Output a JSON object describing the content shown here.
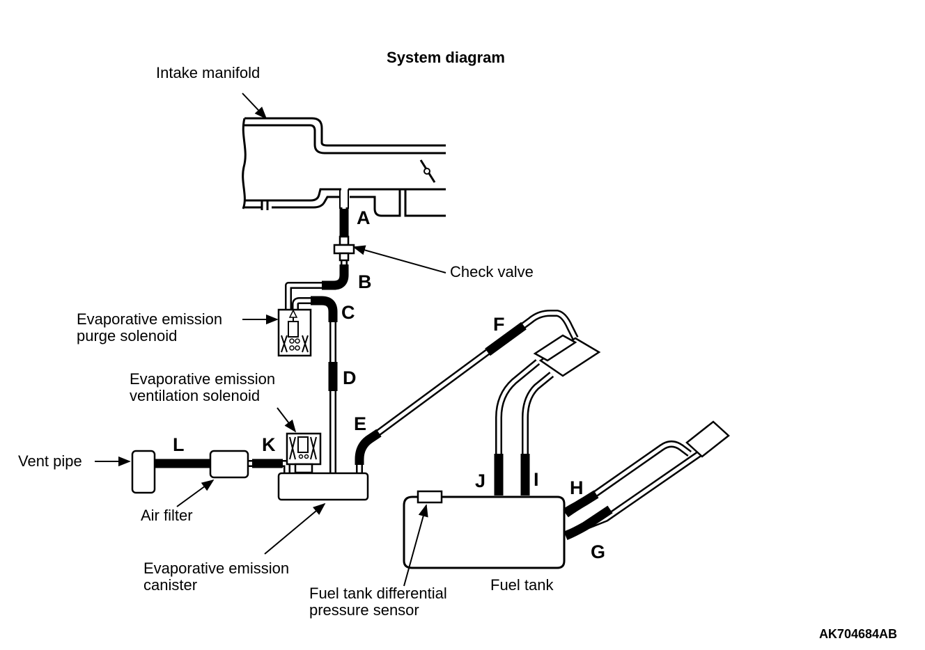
{
  "diagram": {
    "title": "System diagram",
    "code": "AK704684AB",
    "labels": {
      "intake_manifold": "Intake manifold",
      "check_valve": "Check valve",
      "purge_solenoid": [
        "Evaporative emission",
        "purge solenoid"
      ],
      "ventilation_solenoid": [
        "Evaporative emission",
        "ventilation solenoid"
      ],
      "vent_pipe": "Vent pipe",
      "air_filter": "Air filter",
      "canister": [
        "Evaporative emission",
        "canister"
      ],
      "pressure_sensor": [
        "Fuel tank differential",
        "pressure sensor"
      ],
      "fuel_tank": "Fuel tank"
    },
    "hoses": [
      "A",
      "B",
      "C",
      "D",
      "E",
      "F",
      "G",
      "H",
      "I",
      "J",
      "K",
      "L"
    ]
  }
}
